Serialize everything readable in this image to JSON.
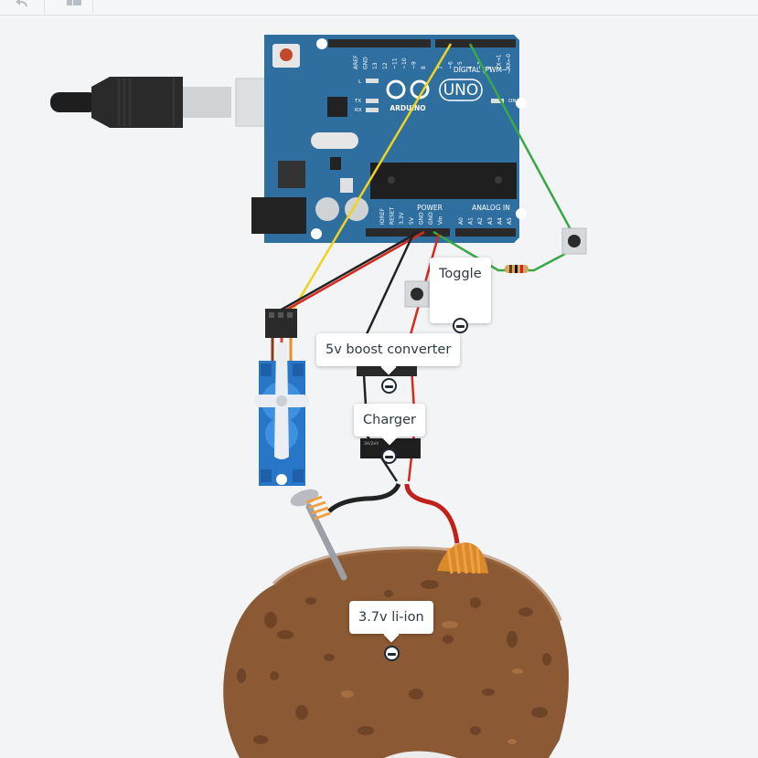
{
  "toolbar": {
    "undo_icon": "undo-icon",
    "view_icon": "split-view-icon"
  },
  "board": {
    "brand": "UNO",
    "maker": "ARDUINO",
    "digital_header": "DIGITAL (PWM~)",
    "power_header": "POWER",
    "analog_header": "ANALOG IN",
    "on_label": "ON",
    "tx_label": "TX",
    "rx_label": "RX",
    "l_label": "L",
    "top_pins": [
      "AREF",
      "GND",
      "13",
      "12",
      "~11",
      "~10",
      "~9",
      "8",
      "7",
      "~6",
      "~5",
      "4",
      "~3",
      "2",
      "TX→1",
      "RX←0"
    ],
    "power_pins": [
      "IOREF",
      "RESET",
      "3.3V",
      "5V",
      "GND",
      "GND",
      "Vin"
    ],
    "analog_pins": [
      "A0",
      "A1",
      "A2",
      "A3",
      "A4",
      "A5"
    ]
  },
  "charger": {
    "chip_text": "3A/2eV"
  },
  "labels": {
    "toggle": "Toggle",
    "boost": "5v boost converter",
    "charger": "Charger",
    "battery": "3.7v li-ion"
  },
  "colors": {
    "board": "#2f6fa0",
    "wire_yellow": "#f2d21b",
    "wire_green": "#3aa845",
    "wire_red": "#d42a20",
    "wire_black": "#222222",
    "potato": "#8b5a34",
    "servo": "#2876c8"
  }
}
